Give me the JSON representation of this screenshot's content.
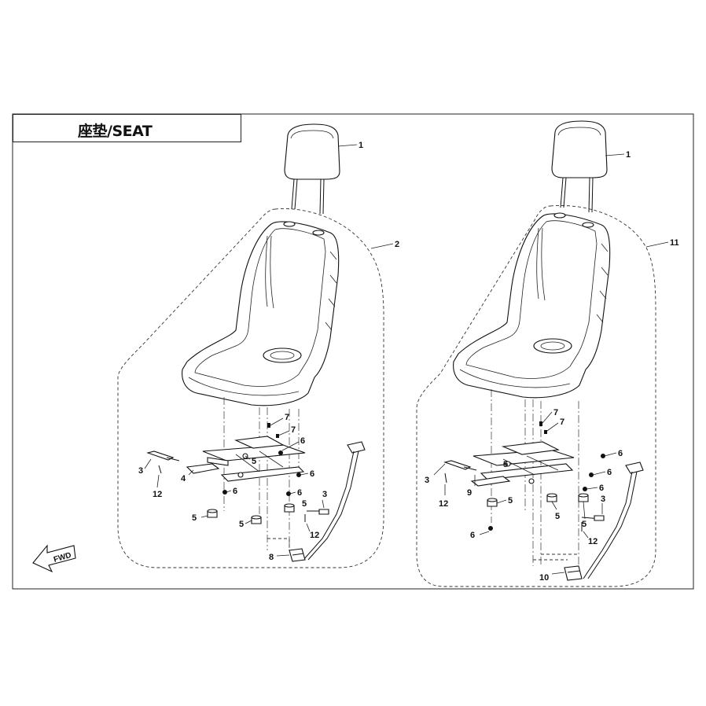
{
  "title": "座垫/SEAT",
  "fwd_label": "FWD",
  "left_assembly": {
    "callouts": [
      {
        "id": "l-1",
        "text": "1"
      },
      {
        "id": "l-2",
        "text": "2"
      },
      {
        "id": "l-7a",
        "text": "7"
      },
      {
        "id": "l-7b",
        "text": "7"
      },
      {
        "id": "l-6a",
        "text": "6"
      },
      {
        "id": "l-6b",
        "text": "6"
      },
      {
        "id": "l-6c",
        "text": "6"
      },
      {
        "id": "l-6d",
        "text": "6"
      },
      {
        "id": "l-5a",
        "text": "5"
      },
      {
        "id": "l-5b",
        "text": "5"
      },
      {
        "id": "l-5c",
        "text": "5"
      },
      {
        "id": "l-5d",
        "text": "5"
      },
      {
        "id": "l-3a",
        "text": "3"
      },
      {
        "id": "l-3b",
        "text": "3"
      },
      {
        "id": "l-4",
        "text": "4"
      },
      {
        "id": "l-12a",
        "text": "12"
      },
      {
        "id": "l-12b",
        "text": "12"
      },
      {
        "id": "l-8",
        "text": "8"
      }
    ]
  },
  "right_assembly": {
    "callouts": [
      {
        "id": "r-1",
        "text": "1"
      },
      {
        "id": "r-11",
        "text": "11"
      },
      {
        "id": "r-7a",
        "text": "7"
      },
      {
        "id": "r-7b",
        "text": "7"
      },
      {
        "id": "r-6a",
        "text": "6"
      },
      {
        "id": "r-6b",
        "text": "6"
      },
      {
        "id": "r-6c",
        "text": "6"
      },
      {
        "id": "r-6d",
        "text": "6"
      },
      {
        "id": "r-5a",
        "text": "5"
      },
      {
        "id": "r-5b",
        "text": "5"
      },
      {
        "id": "r-5c",
        "text": "5"
      },
      {
        "id": "r-5d",
        "text": "5"
      },
      {
        "id": "r-3a",
        "text": "3"
      },
      {
        "id": "r-3b",
        "text": "3"
      },
      {
        "id": "r-9",
        "text": "9"
      },
      {
        "id": "r-12a",
        "text": "12"
      },
      {
        "id": "r-12b",
        "text": "12"
      },
      {
        "id": "r-10",
        "text": "10"
      }
    ]
  }
}
